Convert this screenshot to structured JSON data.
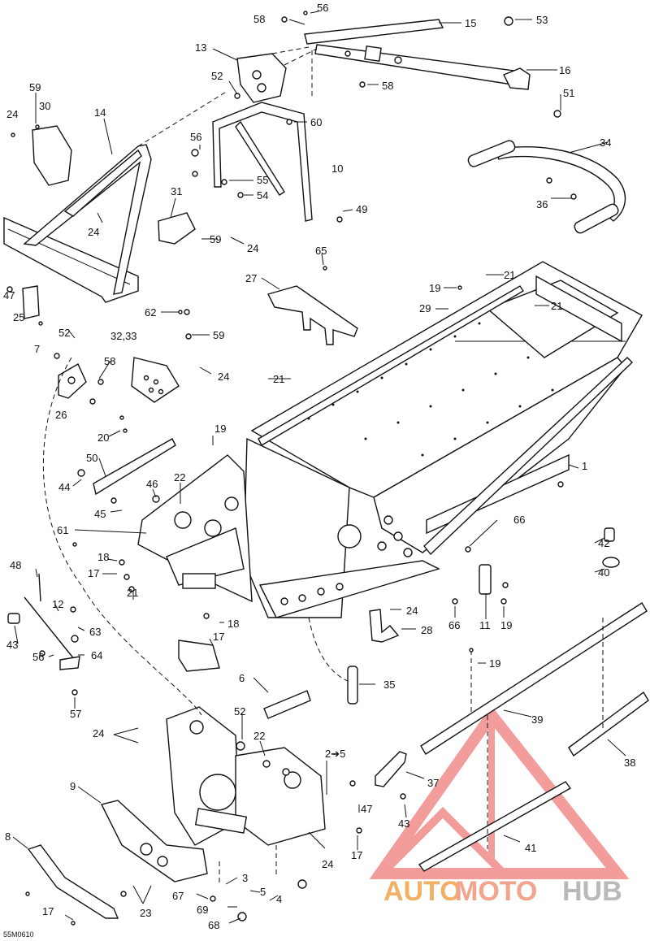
{
  "diagram": {
    "drawing_code": "55M0610",
    "watermark": {
      "part1": "AUTO",
      "part2": "MOTO",
      "part3": "HUB",
      "color1": "#f2b066",
      "color2": "#f2a48d",
      "color3": "#b9b9b9",
      "triangle_color": "#f07b7b"
    },
    "callouts": [
      {
        "id": "56",
        "text": "56"
      },
      {
        "id": "58a",
        "text": "58"
      },
      {
        "id": "15",
        "text": "15"
      },
      {
        "id": "53",
        "text": "53"
      },
      {
        "id": "13",
        "text": "13"
      },
      {
        "id": "16",
        "text": "16"
      },
      {
        "id": "52a",
        "text": "52"
      },
      {
        "id": "58b",
        "text": "58"
      },
      {
        "id": "51",
        "text": "51"
      },
      {
        "id": "59a",
        "text": "59"
      },
      {
        "id": "30",
        "text": "30"
      },
      {
        "id": "14",
        "text": "14"
      },
      {
        "id": "24a",
        "text": "24"
      },
      {
        "id": "60",
        "text": "60"
      },
      {
        "id": "34",
        "text": "34"
      },
      {
        "id": "10",
        "text": "10"
      },
      {
        "id": "56b",
        "text": "56"
      },
      {
        "id": "55",
        "text": "55"
      },
      {
        "id": "54",
        "text": "54"
      },
      {
        "id": "36",
        "text": "36"
      },
      {
        "id": "31",
        "text": "31"
      },
      {
        "id": "49",
        "text": "49"
      },
      {
        "id": "24b",
        "text": "24"
      },
      {
        "id": "59b",
        "text": "59"
      },
      {
        "id": "24c",
        "text": "24"
      },
      {
        "id": "65",
        "text": "65"
      },
      {
        "id": "27",
        "text": "27"
      },
      {
        "id": "21a",
        "text": "21"
      },
      {
        "id": "19a",
        "text": "19"
      },
      {
        "id": "47a",
        "text": "47"
      },
      {
        "id": "29",
        "text": "29"
      },
      {
        "id": "21b",
        "text": "21"
      },
      {
        "id": "62",
        "text": "62"
      },
      {
        "id": "25",
        "text": "25"
      },
      {
        "id": "7",
        "text": "7"
      },
      {
        "id": "52b",
        "text": "52"
      },
      {
        "id": "32_33",
        "text": "32,33"
      },
      {
        "id": "59c",
        "text": "59"
      },
      {
        "id": "58c",
        "text": "58"
      },
      {
        "id": "24d",
        "text": "24"
      },
      {
        "id": "21c",
        "text": "21"
      },
      {
        "id": "26",
        "text": "26"
      },
      {
        "id": "20",
        "text": "20"
      },
      {
        "id": "19b",
        "text": "19"
      },
      {
        "id": "50",
        "text": "50"
      },
      {
        "id": "1",
        "text": "1"
      },
      {
        "id": "22a",
        "text": "22"
      },
      {
        "id": "44",
        "text": "44"
      },
      {
        "id": "46",
        "text": "46"
      },
      {
        "id": "45",
        "text": "45"
      },
      {
        "id": "66a",
        "text": "66"
      },
      {
        "id": "61",
        "text": "61"
      },
      {
        "id": "42",
        "text": "42"
      },
      {
        "id": "48",
        "text": "48"
      },
      {
        "id": "18a",
        "text": "18"
      },
      {
        "id": "17a",
        "text": "17"
      },
      {
        "id": "40",
        "text": "40"
      },
      {
        "id": "21d",
        "text": "21"
      },
      {
        "id": "12",
        "text": "12"
      },
      {
        "id": "24e",
        "text": "24"
      },
      {
        "id": "18b",
        "text": "18"
      },
      {
        "id": "63",
        "text": "63"
      },
      {
        "id": "28",
        "text": "28"
      },
      {
        "id": "66b",
        "text": "66"
      },
      {
        "id": "11",
        "text": "11"
      },
      {
        "id": "19c",
        "text": "19"
      },
      {
        "id": "43a",
        "text": "43"
      },
      {
        "id": "17b",
        "text": "17"
      },
      {
        "id": "64",
        "text": "64"
      },
      {
        "id": "56c",
        "text": "56"
      },
      {
        "id": "6",
        "text": "6"
      },
      {
        "id": "19d",
        "text": "19"
      },
      {
        "id": "35",
        "text": "35"
      },
      {
        "id": "57",
        "text": "57"
      },
      {
        "id": "52c",
        "text": "52"
      },
      {
        "id": "39",
        "text": "39"
      },
      {
        "id": "24f",
        "text": "24"
      },
      {
        "id": "22b",
        "text": "22"
      },
      {
        "id": "2to5",
        "text": "2➔5"
      },
      {
        "id": "38",
        "text": "38"
      },
      {
        "id": "9",
        "text": "9"
      },
      {
        "id": "37",
        "text": "37"
      },
      {
        "id": "47b",
        "text": "47"
      },
      {
        "id": "43b",
        "text": "43"
      },
      {
        "id": "8",
        "text": "8"
      },
      {
        "id": "17c",
        "text": "17"
      },
      {
        "id": "24g",
        "text": "24"
      },
      {
        "id": "41",
        "text": "41"
      },
      {
        "id": "3",
        "text": "3"
      },
      {
        "id": "67",
        "text": "67"
      },
      {
        "id": "5",
        "text": "5"
      },
      {
        "id": "23",
        "text": "23"
      },
      {
        "id": "17d",
        "text": "17"
      },
      {
        "id": "69",
        "text": "69"
      },
      {
        "id": "4",
        "text": "4"
      },
      {
        "id": "68",
        "text": "68"
      }
    ]
  }
}
